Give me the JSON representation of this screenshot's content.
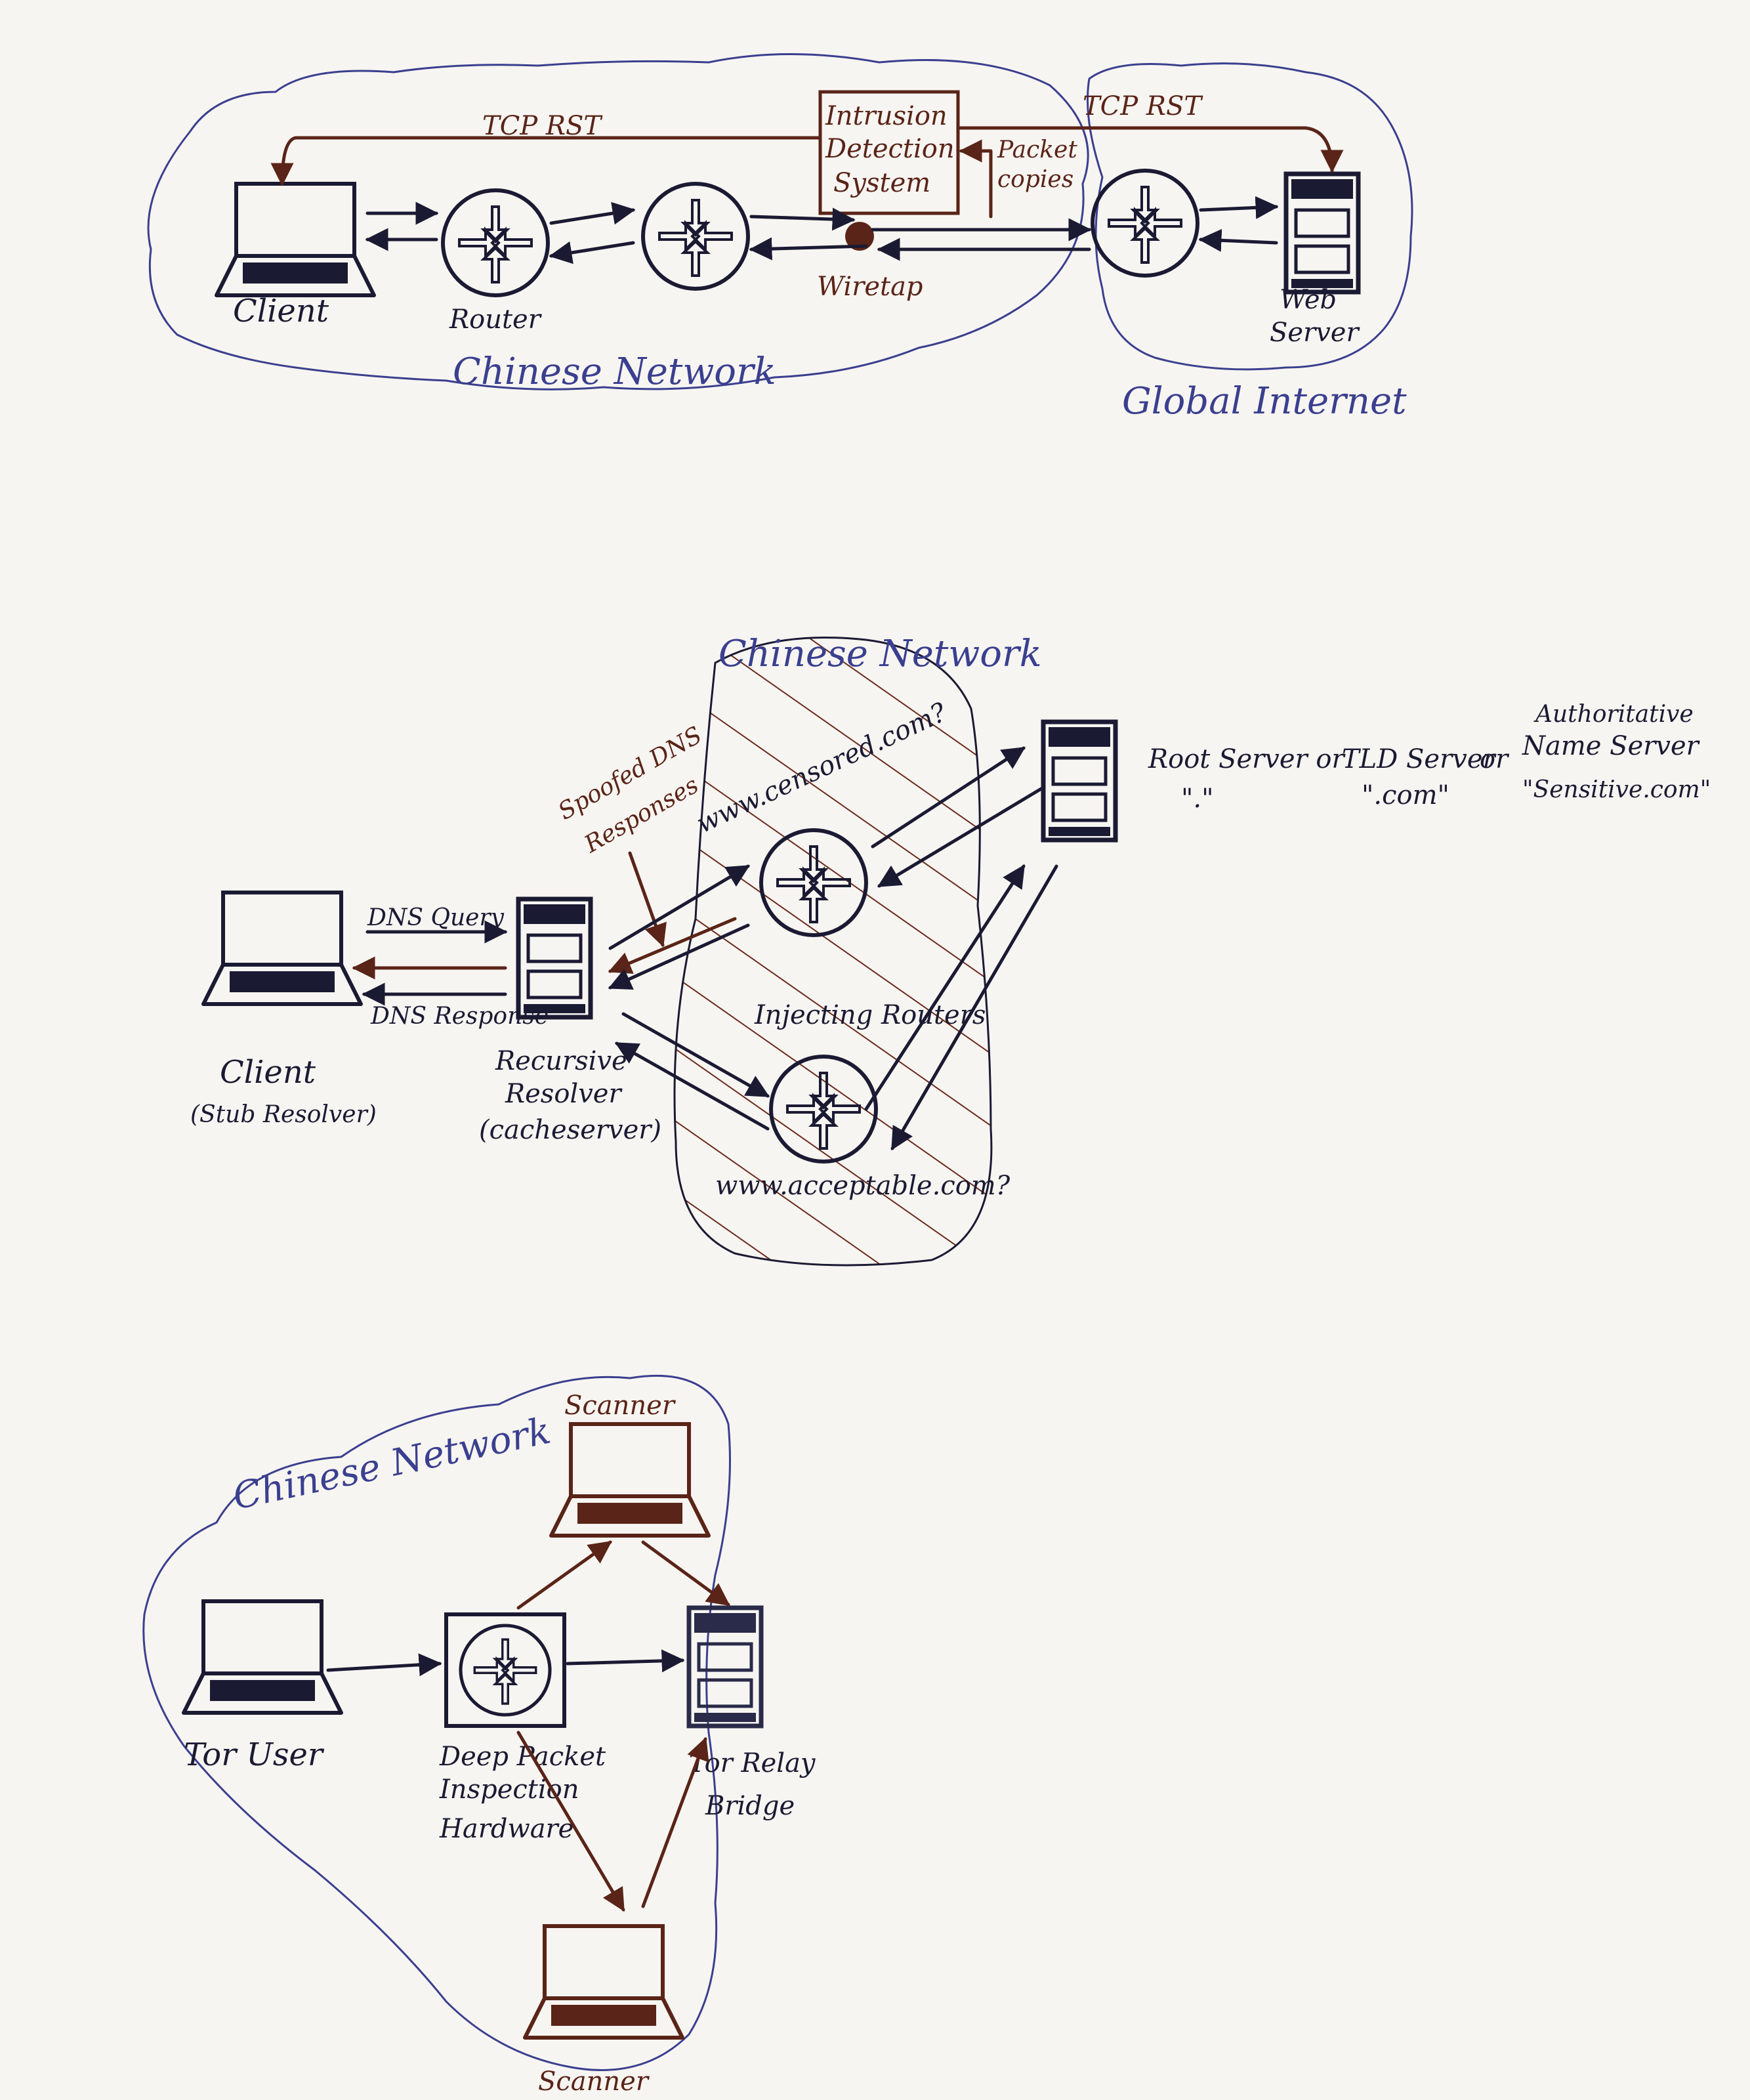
{
  "diagram1": {
    "region_china": "Chinese Network",
    "region_global": "Global Internet",
    "client": "Client",
    "router": "Router",
    "ids_line1": "Intrusion",
    "ids_line2": "Detection",
    "ids_line3": "System",
    "wiretap": "Wiretap",
    "web_server_line1": "Web",
    "web_server_line2": "Server",
    "tcp_rst_left": "TCP RST",
    "tcp_rst_right": "TCP RST",
    "packet_copies_line1": "Packet",
    "packet_copies_line2": "copies"
  },
  "diagram2": {
    "region_china": "Chinese Network",
    "client": "Client",
    "client_sub": "(Stub Resolver)",
    "resolver_line1": "Recursive",
    "resolver_line2": "Resolver",
    "resolver_line3": "(cacheserver)",
    "dns_query": "DNS Query",
    "dns_response": "DNS Response",
    "spoofed_line1": "Spoofed DNS",
    "spoofed_line2": "Responses",
    "censored": "www.censored.com?",
    "acceptable": "www.acceptable.com?",
    "injecting": "Injecting Routers",
    "root": "Root Server or",
    "root_sub": "\".\"",
    "tld": "TLD Server",
    "tld_sub": "\".com\"",
    "or": "or",
    "auth_line1": "Authoritative",
    "auth_line2": "Name Server",
    "auth_sub": "\"Sensitive.com\""
  },
  "diagram3": {
    "region_china": "Chinese Network",
    "scanner_top": "Scanner",
    "scanner_bottom": "Scanner",
    "tor_user": "Tor User",
    "dpi_line1": "Deep Packet",
    "dpi_line2": "Inspection",
    "dpi_line3": "Hardware",
    "relay_line1": "Tor Relay",
    "relay_line2": "Bridge"
  },
  "colors": {
    "ink": "#1b1a33",
    "brown": "#5a2418",
    "cloud": "#3a3f8f",
    "paper": "#f7f5f1"
  }
}
